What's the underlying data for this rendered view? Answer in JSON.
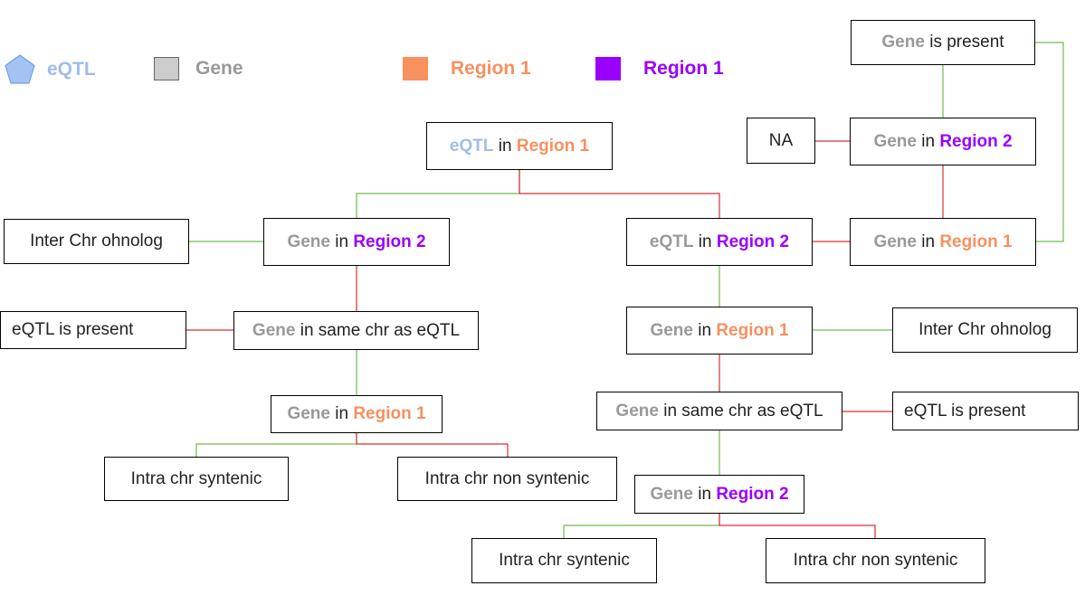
{
  "colors": {
    "gene": "#999999",
    "eqtl": "#9fbdea",
    "region1": "#f79060",
    "region2": "#9900ff",
    "plain": "#222222",
    "yes_edge": "#6abf4b",
    "no_edge": "#d93030"
  },
  "legend": [
    {
      "label": "eQTL",
      "icon": "pentagon-icon",
      "color": "#9fbdea",
      "fill": "#a4c2f4",
      "stroke": "#6d9eeb"
    },
    {
      "label": "Gene",
      "icon": "square-icon",
      "color": "#999999",
      "fill": "#cccccc",
      "stroke": "#666666"
    },
    {
      "label": "Region 1",
      "icon": "square-icon",
      "color": "#f79060",
      "fill": "#f9915e",
      "stroke": "#f9915e"
    },
    {
      "label": "Region 1",
      "icon": "square-icon",
      "color": "#9900ff",
      "fill": "#9900ff",
      "stroke": "#9900ff"
    }
  ],
  "nodes": [
    {
      "id": "root",
      "parts": [
        {
          "t": "eQTL",
          "c": "eqtl"
        },
        {
          "t": " in ",
          "c": "plain"
        },
        {
          "t": "Region 1",
          "c": "r1"
        }
      ]
    },
    {
      "id": "l-gene-r2",
      "parts": [
        {
          "t": "Gene",
          "c": "gene"
        },
        {
          "t": " in ",
          "c": "plain"
        },
        {
          "t": "Region 2",
          "c": "r2"
        }
      ]
    },
    {
      "id": "l-inter",
      "parts": [
        {
          "t": "Inter Chr ohnolog",
          "c": "plain"
        }
      ]
    },
    {
      "id": "l-same-chr",
      "parts": [
        {
          "t": "Gene",
          "c": "gene"
        },
        {
          "t": " in same chr as eQTL",
          "c": "plain"
        }
      ]
    },
    {
      "id": "l-eqtl-present",
      "parts": [
        {
          "t": "eQTL is present",
          "c": "plain"
        }
      ]
    },
    {
      "id": "l-gene-r1",
      "parts": [
        {
          "t": "Gene",
          "c": "gene"
        },
        {
          "t": " in ",
          "c": "plain"
        },
        {
          "t": "Region 1",
          "c": "r1"
        }
      ]
    },
    {
      "id": "l-syn",
      "parts": [
        {
          "t": "Intra chr syntenic",
          "c": "plain"
        }
      ]
    },
    {
      "id": "l-nonsyn",
      "parts": [
        {
          "t": "Intra chr non syntenic",
          "c": "plain"
        }
      ]
    },
    {
      "id": "r-eqtl-r2",
      "parts": [
        {
          "t": "eQTL",
          "c": "gene"
        },
        {
          "t": " in ",
          "c": "plain"
        },
        {
          "t": "Region 2",
          "c": "r2"
        }
      ]
    },
    {
      "id": "r-gene-r1-top",
      "parts": [
        {
          "t": "Gene",
          "c": "gene"
        },
        {
          "t": " in ",
          "c": "plain"
        },
        {
          "t": "Region 1",
          "c": "r1"
        }
      ]
    },
    {
      "id": "r-gene-r2-top",
      "parts": [
        {
          "t": "Gene",
          "c": "gene"
        },
        {
          "t": " in ",
          "c": "plain"
        },
        {
          "t": "Region 2",
          "c": "r2"
        }
      ]
    },
    {
      "id": "r-na",
      "parts": [
        {
          "t": "NA",
          "c": "plain"
        }
      ]
    },
    {
      "id": "r-gene-present",
      "parts": [
        {
          "t": "Gene",
          "c": "gene"
        },
        {
          "t": " is present",
          "c": "plain"
        }
      ]
    },
    {
      "id": "r-gene-r1",
      "parts": [
        {
          "t": "Gene",
          "c": "gene"
        },
        {
          "t": " in ",
          "c": "plain"
        },
        {
          "t": "Region 1",
          "c": "r1"
        }
      ]
    },
    {
      "id": "r-inter",
      "parts": [
        {
          "t": "Inter Chr ohnolog",
          "c": "plain"
        }
      ]
    },
    {
      "id": "r-same-chr",
      "parts": [
        {
          "t": "Gene",
          "c": "gene"
        },
        {
          "t": " in same chr as eQTL",
          "c": "plain"
        }
      ]
    },
    {
      "id": "r-eqtl-present",
      "parts": [
        {
          "t": "eQTL is present",
          "c": "plain"
        }
      ]
    },
    {
      "id": "r-gene-r2",
      "parts": [
        {
          "t": "Gene",
          "c": "gene"
        },
        {
          "t": " in ",
          "c": "plain"
        },
        {
          "t": "Region 2",
          "c": "r2"
        }
      ]
    },
    {
      "id": "r-syn",
      "parts": [
        {
          "t": "Intra chr syntenic",
          "c": "plain"
        }
      ]
    },
    {
      "id": "r-nonsyn",
      "parts": [
        {
          "t": "Intra chr non syntenic",
          "c": "plain"
        }
      ]
    }
  ],
  "edges": [
    {
      "from": "root",
      "to": "l-gene-r2",
      "kind": "yes"
    },
    {
      "from": "root",
      "to": "r-eqtl-r2",
      "kind": "no"
    },
    {
      "from": "l-gene-r2",
      "to": "l-inter",
      "kind": "yes"
    },
    {
      "from": "l-gene-r2",
      "to": "l-same-chr",
      "kind": "no"
    },
    {
      "from": "l-same-chr",
      "to": "l-eqtl-present",
      "kind": "no"
    },
    {
      "from": "l-same-chr",
      "to": "l-gene-r1",
      "kind": "yes"
    },
    {
      "from": "l-gene-r1",
      "to": "l-syn",
      "kind": "yes"
    },
    {
      "from": "l-gene-r1",
      "to": "l-nonsyn",
      "kind": "no"
    },
    {
      "from": "r-eqtl-r2",
      "to": "r-gene-r1-top",
      "kind": "no"
    },
    {
      "from": "r-eqtl-r2",
      "to": "r-gene-r1",
      "kind": "yes"
    },
    {
      "from": "r-gene-r1-top",
      "to": "r-gene-r2-top",
      "kind": "no"
    },
    {
      "from": "r-gene-r1-top",
      "to": "r-gene-present",
      "kind": "yes"
    },
    {
      "from": "r-gene-r2-top",
      "to": "r-na",
      "kind": "no"
    },
    {
      "from": "r-gene-r2-top",
      "to": "r-gene-present",
      "kind": "yes"
    },
    {
      "from": "r-gene-r1",
      "to": "r-inter",
      "kind": "yes"
    },
    {
      "from": "r-gene-r1",
      "to": "r-same-chr",
      "kind": "no"
    },
    {
      "from": "r-same-chr",
      "to": "r-eqtl-present",
      "kind": "no"
    },
    {
      "from": "r-same-chr",
      "to": "r-gene-r2",
      "kind": "yes"
    },
    {
      "from": "r-gene-r2",
      "to": "r-syn",
      "kind": "yes"
    },
    {
      "from": "r-gene-r2",
      "to": "r-nonsyn",
      "kind": "no"
    }
  ]
}
